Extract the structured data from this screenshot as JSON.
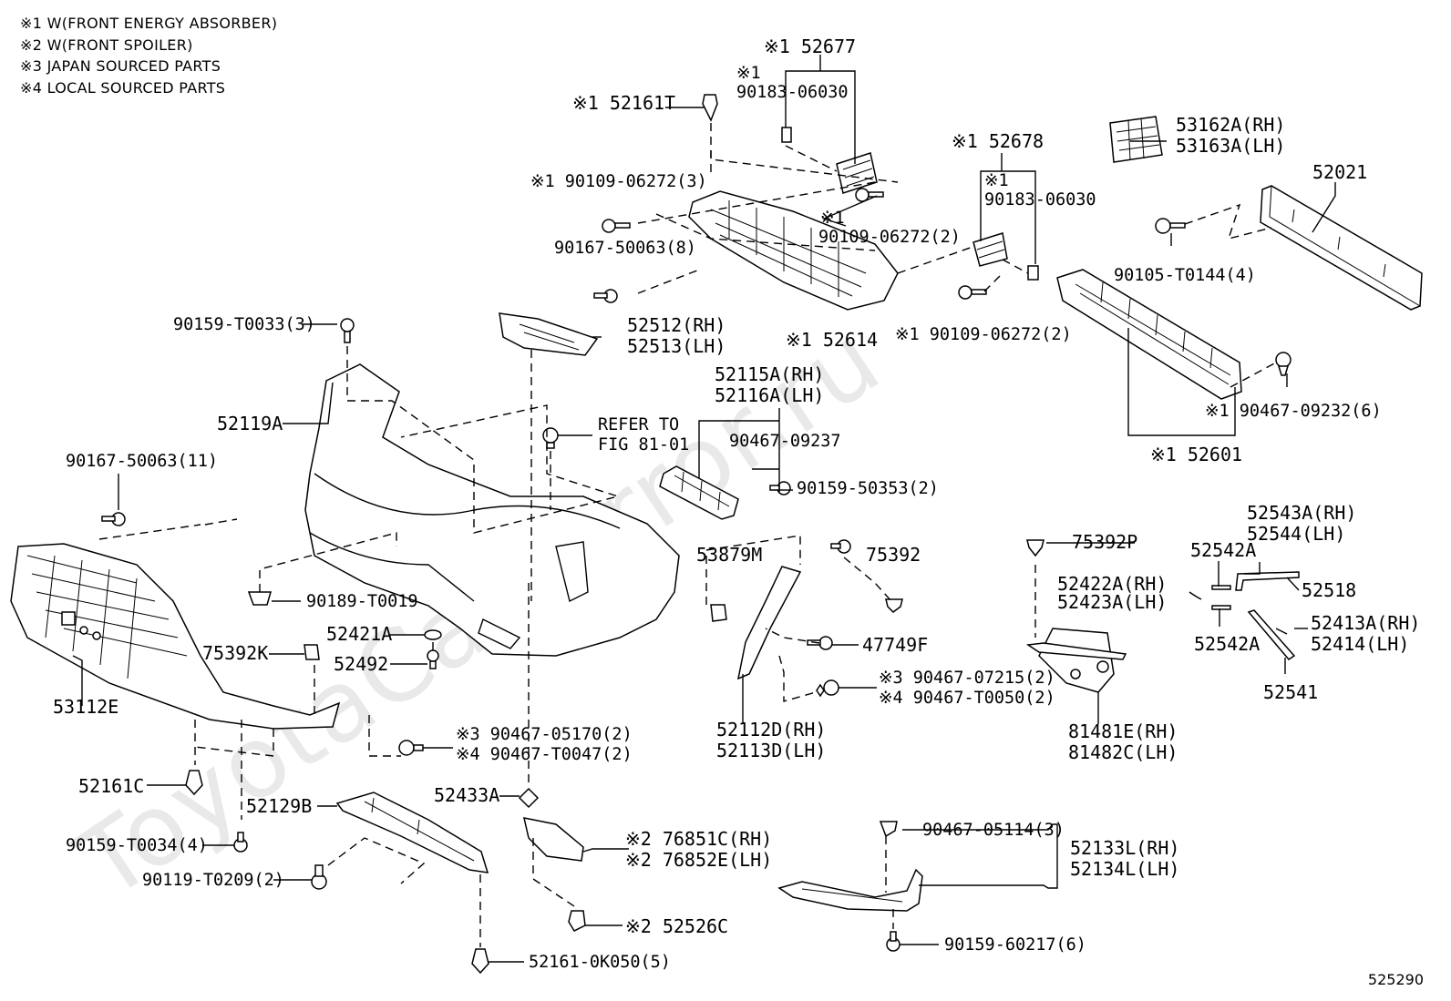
{
  "legend": [
    "※1 W(FRONT ENERGY ABSORBER)",
    "※2 W(FRONT SPOILER)",
    "※3 JAPAN SOURCED PARTS",
    "※4 LOCAL SOURCED PARTS"
  ],
  "watermark": "ToyotaCarMirror.ru",
  "figure_code": "525290",
  "refer_note": {
    "line1": "REFER TO",
    "line2": "FIG 81-01"
  },
  "parts": {
    "p52677": "※1 52677",
    "p90183a_mark": "※1",
    "p90183a": "90183-06030",
    "p52161T": "※1 52161T",
    "p90109a": "※1 90109-06272(3)",
    "p90109b_mark": "※1",
    "p90109b": "90109-06272(2)",
    "p90167a": "90167-50063(8)",
    "p52614": "※1 52614",
    "p52678": "※1 52678",
    "p90183b_mark": "※1",
    "p90183b": "90183-06030",
    "p90109c": "※1 90109-06272(2)",
    "p53162A": "53162A(RH)",
    "p53163A": "53163A(LH)",
    "p52021": "52021",
    "p90105": "90105-T0144(4)",
    "p90467_09232": "※1 90467-09232(6)",
    "p52601": "※1 52601",
    "p90159_T0033": "90159-T0033(3)",
    "p52512": "52512(RH)",
    "p52513": "52513(LH)",
    "p52119A": "52119A",
    "p52115A": "52115A(RH)",
    "p52116A": "52116A(LH)",
    "p90467_09237": "90467-09237",
    "p90159_50353": "90159-50353(2)",
    "p90167b": "90167-50063(11)",
    "p53879M": "53879M",
    "p75392": "75392",
    "p75392P": "75392P",
    "p52543A": "52543A(RH)",
    "p52544": "52544(LH)",
    "p52542A_top": "52542A",
    "p52422A": "52422A(RH)",
    "p52423A": "52423A(LH)",
    "p52518": "52518",
    "p52413A": "52413A(RH)",
    "p52414": "52414(LH)",
    "p52542A_bot": "52542A",
    "p52541": "52541",
    "p90189": "90189-T0019",
    "p52421A": "52421A",
    "p52492": "52492",
    "p75392K": "75392K",
    "p47749F": "47749F",
    "p90467_07215": "※3 90467-07215(2)",
    "p90467_T0050": "※4 90467-T0050(2)",
    "p53112E": "53112E",
    "p52112D": "52112D(RH)",
    "p52113D": "52113D(LH)",
    "p81481E": "81481E(RH)",
    "p81482C": "81482C(LH)",
    "p90467_05170": "※3 90467-05170(2)",
    "p90467_T0047": "※4 90467-T0047(2)",
    "p52161C": "52161C",
    "p52129B": "52129B",
    "p52433A": "52433A",
    "p76851C": "※2 76851C(RH)",
    "p76852E": "※2 76852E(LH)",
    "p90467_05114": "90467-05114(3)",
    "p52133L": "52133L(RH)",
    "p52134L": "52134L(LH)",
    "p90159_T0034": "90159-T0034(4)",
    "p90119": "90119-T0209(2)",
    "p52526C": "※2 52526C",
    "p52161_0K050": "52161-0K050(5)",
    "p90159_60217": "90159-60217(6)"
  }
}
